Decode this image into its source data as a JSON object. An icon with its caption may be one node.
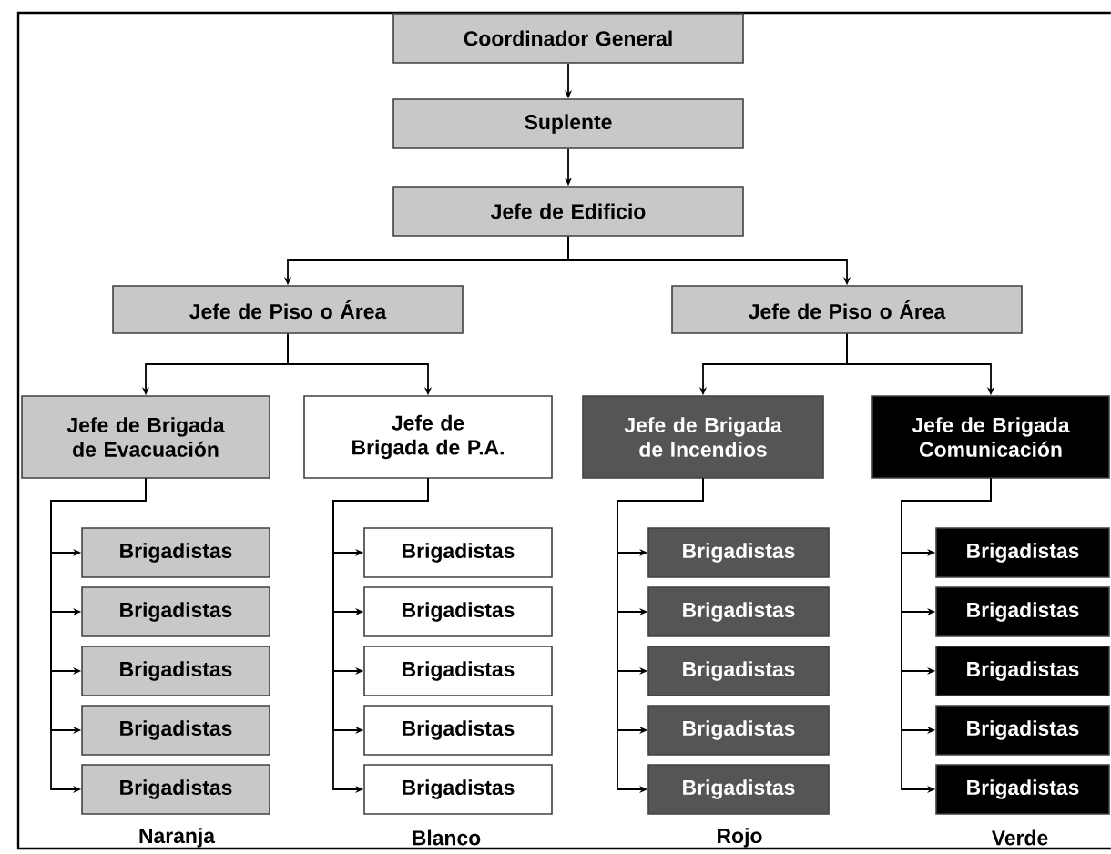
{
  "diagram": {
    "nodes": [
      {
        "text": [
          "Coordinador General"
        ]
      },
      {
        "text": [
          "Suplente"
        ]
      },
      {
        "text": [
          "Jefe de Edificio"
        ]
      },
      {
        "text": [
          "Jefe de Piso o Área"
        ]
      },
      {
        "text": [
          "Jefe de Piso o Área"
        ]
      },
      {
        "text": [
          "Jefe de Brigada de Evacuación"
        ]
      },
      {
        "text": [
          "Jefe de Brigada de P.A."
        ]
      },
      {
        "text": [
          "Jefe de Brigada de Incendios"
        ]
      },
      {
        "text": [
          "Jefe de Brigada Comunicación"
        ]
      },
      {
        "text": [
          "Brigadistas"
        ]
      },
      {
        "text": [
          "Brigadistas"
        ]
      },
      {
        "text": [
          "Brigadistas"
        ]
      },
      {
        "text": [
          "Brigadistas"
        ]
      },
      {
        "text": [
          "Brigadistas"
        ]
      },
      {
        "text": [
          "Brigadistas"
        ]
      },
      {
        "text": [
          "Brigadistas"
        ]
      },
      {
        "text": [
          "Brigadistas"
        ]
      },
      {
        "text": [
          "Brigadistas"
        ]
      },
      {
        "text": [
          "Brigadistas"
        ]
      },
      {
        "text": [
          "Brigadistas"
        ]
      },
      {
        "text": [
          "Brigadistas"
        ]
      },
      {
        "text": [
          "Brigadistas"
        ]
      },
      {
        "text": [
          "Brigadistas"
        ]
      },
      {
        "text": [
          "Brigadistas"
        ]
      },
      {
        "text": [
          "Brigadistas"
        ]
      },
      {
        "text": [
          "Brigadistas"
        ]
      },
      {
        "text": [
          "Brigadistas"
        ]
      },
      {
        "text": [
          "Brigadistas"
        ]
      },
      {
        "text": [
          "Brigadistas"
        ]
      }
    ],
    "edges": [
      {
        "from": 0,
        "to": 1,
        "arrow": "to"
      },
      {
        "from": 1,
        "to": 2,
        "arrow": "to"
      },
      {
        "from": 2,
        "to": 3,
        "arrow": "to"
      },
      {
        "from": 2,
        "to": 4,
        "arrow": "to"
      },
      {
        "from": 3,
        "to": 5,
        "arrow": "to"
      },
      {
        "from": 3,
        "to": 6,
        "arrow": "to"
      },
      {
        "from": 4,
        "to": 7,
        "arrow": "to"
      },
      {
        "from": 4,
        "to": 8,
        "arrow": "to"
      },
      {
        "from": 5,
        "to": 9,
        "arrow": "to"
      },
      {
        "from": 5,
        "to": 10,
        "arrow": "to"
      },
      {
        "from": 5,
        "to": 11,
        "arrow": "to"
      },
      {
        "from": 5,
        "to": 12,
        "arrow": "to"
      },
      {
        "from": 5,
        "to": 13,
        "arrow": "to"
      },
      {
        "from": 6,
        "to": 14,
        "arrow": "to"
      },
      {
        "from": 6,
        "to": 15,
        "arrow": "to"
      },
      {
        "from": 6,
        "to": 16,
        "arrow": "to"
      },
      {
        "from": 6,
        "to": 17,
        "arrow": "to"
      },
      {
        "from": 6,
        "to": 18,
        "arrow": "to"
      },
      {
        "from": 7,
        "to": 19,
        "arrow": "to"
      },
      {
        "from": 7,
        "to": 20,
        "arrow": "to"
      },
      {
        "from": 7,
        "to": 21,
        "arrow": "to"
      },
      {
        "from": 7,
        "to": 22,
        "arrow": "to"
      },
      {
        "from": 7,
        "to": 23,
        "arrow": "to"
      },
      {
        "from": 8,
        "to": 24,
        "arrow": "to"
      },
      {
        "from": 8,
        "to": 25,
        "arrow": "to"
      },
      {
        "from": 8,
        "to": 26,
        "arrow": "to"
      },
      {
        "from": 8,
        "to": 27,
        "arrow": "to"
      },
      {
        "from": 8,
        "to": 28,
        "arrow": "to"
      }
    ],
    "labels": [
      "Naranja",
      "Blanco",
      "Rojo",
      "Verde"
    ]
  }
}
